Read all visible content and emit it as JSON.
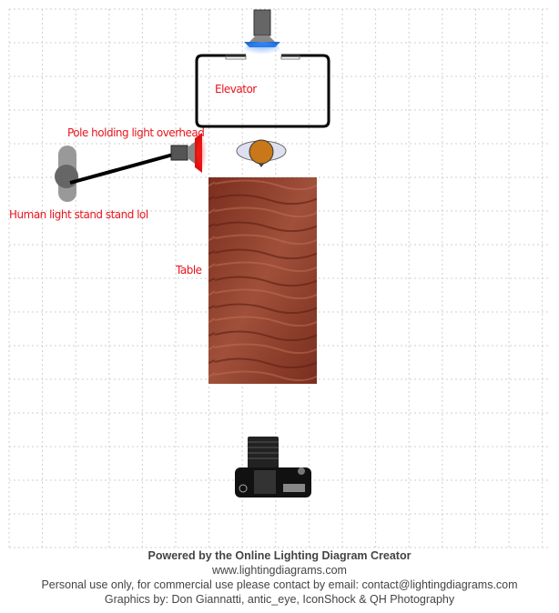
{
  "labels": {
    "elevator": "Elevator",
    "pole": "Pole holding light overhead",
    "human_stand": "Human light stand stand lol",
    "table": "Table"
  },
  "footer": {
    "powered": "Powered by the Online Lighting Diagram Creator",
    "url": "www.lightingdiagrams.com",
    "license": "Personal use only, for commercial use please contact by email: contact@lightingdiagrams.com",
    "credits": "Graphics by: Don Giannatti, antic_eye, IconShock & QH Photography"
  },
  "colors": {
    "label": "#e8141c",
    "blue_gel": "#1e6fd6",
    "red_gel": "#e01010",
    "subject": "#c87818",
    "wood": "#8a3a28"
  }
}
